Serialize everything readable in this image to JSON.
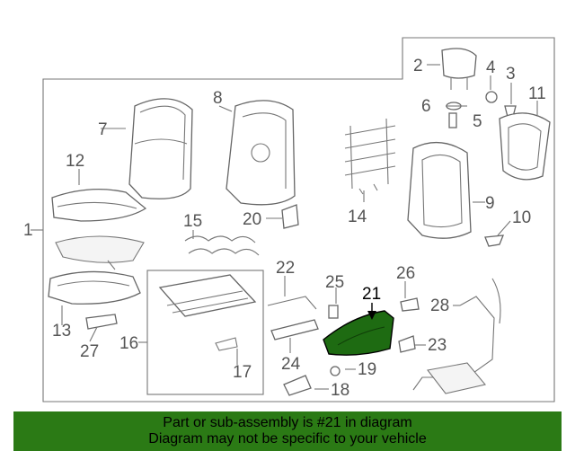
{
  "diagram": {
    "callouts": [
      "1",
      "2",
      "3",
      "4",
      "5",
      "6",
      "7",
      "8",
      "9",
      "10",
      "11",
      "12",
      "13",
      "14",
      "15",
      "16",
      "17",
      "18",
      "19",
      "20",
      "21",
      "22",
      "23",
      "24",
      "25",
      "26",
      "27",
      "28"
    ],
    "highlighted_part": "21",
    "highlight_color": "#1e6b12"
  },
  "banner": {
    "line1": "Part or sub-assembly is #21 in diagram",
    "line2": "Diagram may not be specific to your vehicle",
    "background": "#2b7a15"
  }
}
